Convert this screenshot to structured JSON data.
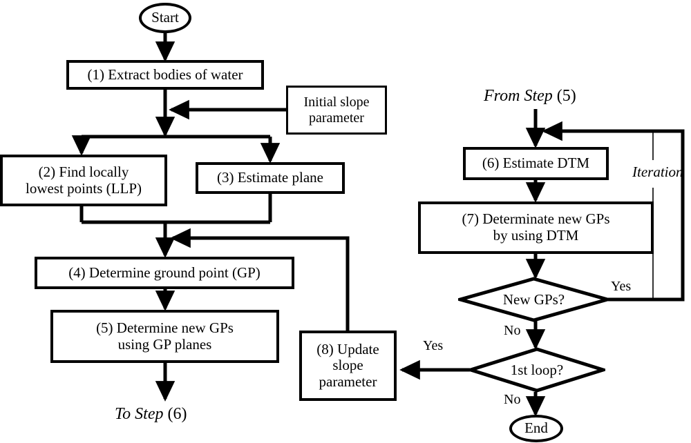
{
  "diagram": {
    "title": "DTM extraction workflow flowchart",
    "colors": {
      "stroke": "#000000",
      "background": "#ffffff",
      "text": "#000000"
    },
    "nodes": {
      "start": {
        "label": "Start",
        "shape": "terminator"
      },
      "step1": {
        "label": "(1) Extract bodies of water",
        "shape": "process"
      },
      "initial_param": {
        "line1": "Initial slope",
        "line2": "parameter",
        "shape": "process"
      },
      "step2": {
        "line1": "(2) Find locally",
        "line2": "lowest points (LLP)",
        "shape": "process"
      },
      "step3": {
        "label": "(3) Estimate plane",
        "shape": "process"
      },
      "step4": {
        "label": "(4) Determine ground point (GP)",
        "shape": "process"
      },
      "step5": {
        "line1": "(5) Determine new GPs",
        "line2": "using GP planes",
        "shape": "process"
      },
      "step6": {
        "label": "(6) Estimate DTM",
        "shape": "process"
      },
      "step7": {
        "line1": "(7) Determinate new GPs",
        "line2": "by using DTM",
        "shape": "process"
      },
      "step8": {
        "line1": "(8) Update",
        "line2": "slope",
        "line3": "parameter",
        "shape": "process"
      },
      "decision_new_gps": {
        "label": "New GPs?",
        "shape": "decision"
      },
      "decision_first_loop": {
        "label": "1st  loop?",
        "shape": "decision"
      },
      "end": {
        "label": "End",
        "shape": "terminator"
      }
    },
    "connector_labels": {
      "to_step_6_italic": "To Step",
      "to_step_6_number": " (6)",
      "from_step_5_italic": "From Step",
      "from_step_5_number": " (5)",
      "iteration": "Iteration",
      "new_gps_yes": "Yes",
      "new_gps_no": "No",
      "first_loop_yes": "Yes",
      "first_loop_no": "No"
    }
  }
}
